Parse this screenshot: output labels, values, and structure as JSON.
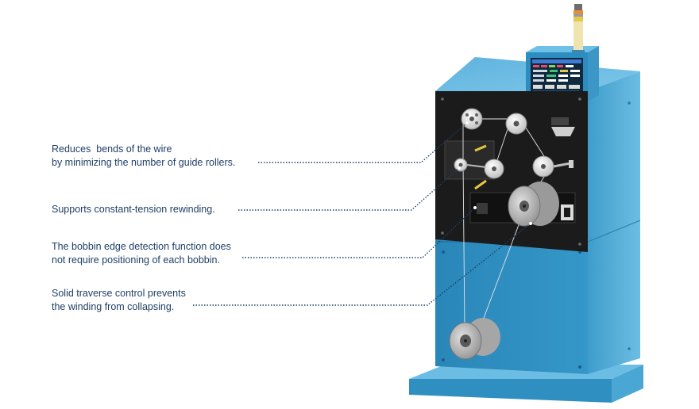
{
  "callouts": [
    {
      "id": "wire-bends",
      "text": "Reduces  bends of the wire\nby minimizing the number of guide rollers."
    },
    {
      "id": "constant-tension",
      "text": "Supports constant-tension rewinding."
    },
    {
      "id": "bobbin-edge",
      "text": "The bobbin edge detection function does\nnot require positioning of each bobbin."
    },
    {
      "id": "traverse-control",
      "text": "Solid traverse control prevents\nthe winding from collapsing."
    }
  ],
  "colors": {
    "machine_front": "#2f8fc0",
    "machine_side": "#4aa6d2",
    "panel": "#1b1b1b",
    "callout_text": "#1f3f66",
    "leader_line": "#1f3f66"
  },
  "icons": [
    "signal-tower-icon",
    "touch-screen-icon",
    "roller-icon",
    "bobbin-icon"
  ]
}
